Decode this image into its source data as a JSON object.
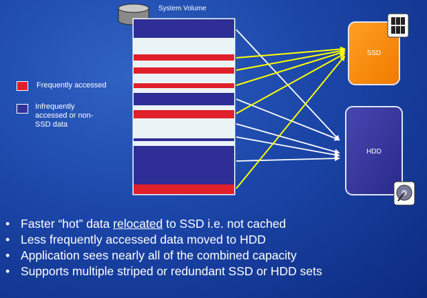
{
  "volume_label": "System Volume",
  "ssd_label": "SSD",
  "hdd_label": "HDD",
  "legend": [
    {
      "label": "Frequently accessed",
      "color": "#e0202a"
    },
    {
      "label": "Infrequently accessed or non-SSD data",
      "color": "#33339a"
    }
  ],
  "colors": {
    "hot_block": "#e0202a",
    "cold_block": "#2e2e96",
    "empty_block": "#eaf4f6",
    "ssd": "#f88a10",
    "hdd": "#3a3aa0",
    "hot_arrow": "#ffff00",
    "cold_arrow": "#ffffff"
  },
  "bullets": [
    {
      "before": "Faster “hot” data ",
      "emph": "relocated",
      "after": " to SSD i.e. not cached"
    },
    {
      "before": "Less frequently accessed data moved to HDD",
      "emph": "",
      "after": ""
    },
    {
      "before": "Application sees nearly all of the combined capacity",
      "emph": "",
      "after": ""
    },
    {
      "before": "Supports multiple striped or redundant SSD or HDD sets",
      "emph": "",
      "after": ""
    }
  ],
  "icons": [
    "database-icon",
    "memory-chip-icon",
    "disk-platter-icon"
  ]
}
